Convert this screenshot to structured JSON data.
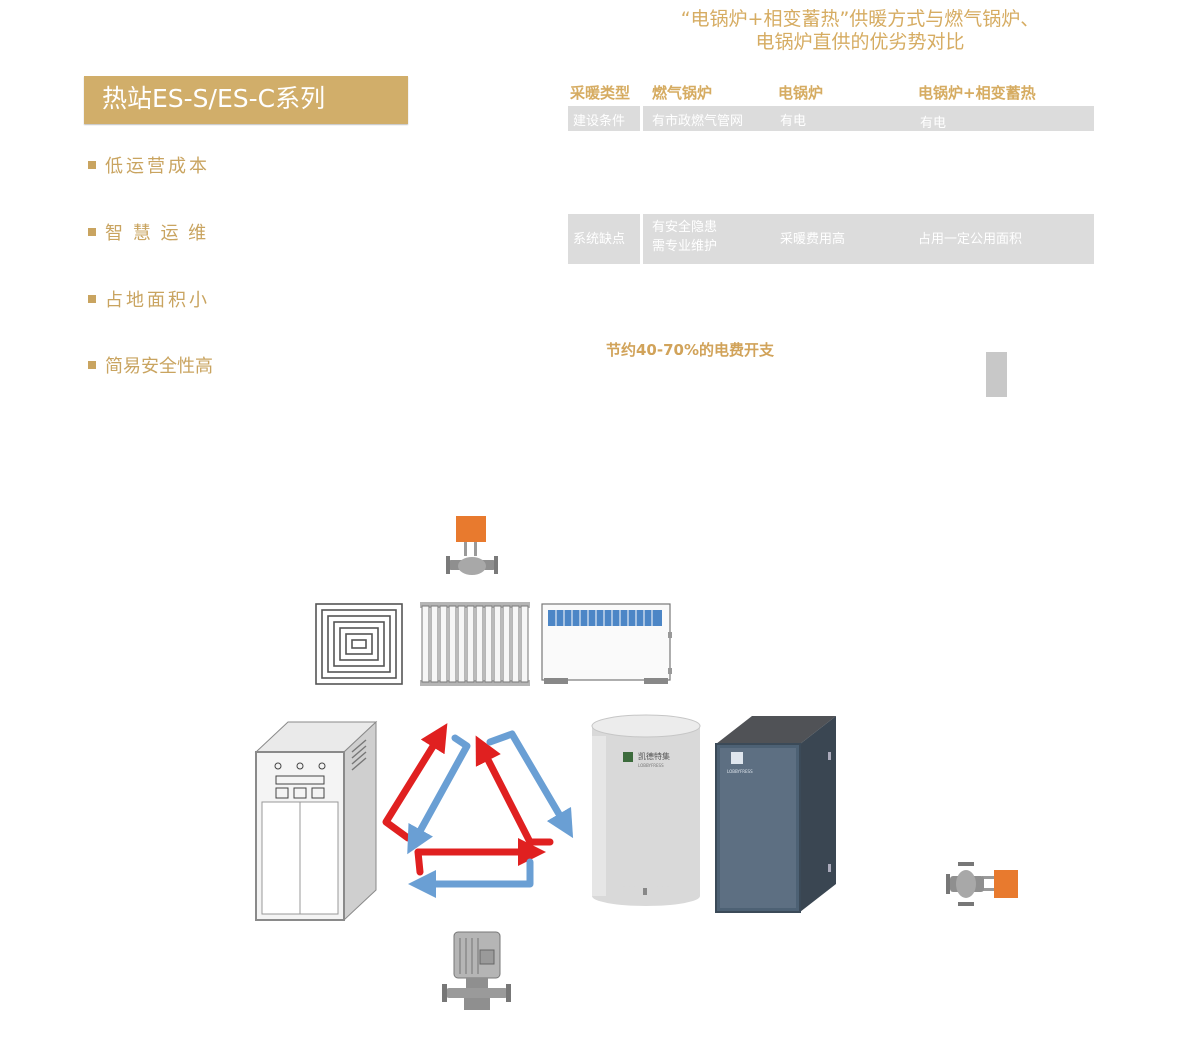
{
  "title": {
    "line1": "“电锅炉+相变蓄热”供暖方式与燃气锅炉、",
    "line2": "电锅炉直供的优劣势对比"
  },
  "series_banner": "热站ES-S/ES-C系列",
  "features": [
    "低运营成本",
    "智 慧 运 维",
    "占地面积小",
    "简易安全性高"
  ],
  "comparison_table": {
    "headers": [
      "采暖类型",
      "燃气锅炉",
      "电锅炉",
      "电锅炉+相变蓄热"
    ],
    "rows": [
      {
        "label": "建设条件",
        "cells": [
          "有市政燃气管网",
          "有电",
          "有电"
        ]
      },
      {
        "label": "系统缺点",
        "cells": [
          "有安全隐患\n需专业维护",
          "采暖费用高",
          "占用一定公用面积"
        ]
      }
    ]
  },
  "savings_text": "节约40-70%的电费开支",
  "diagram": {
    "storage_tank_brand": "凯德特集",
    "storage_tank_brand_sub": "LOBBYFRESS",
    "heat_unit_brand": "LOBBYFRESS"
  },
  "colors": {
    "gold": "#d1ae6a",
    "table_row": "#dcdcdc",
    "hot_arrow": "#e02020",
    "cold_arrow": "#6a9fd4",
    "valve_actuator": "#e87a2e",
    "heat_unit": "#4a5d72"
  }
}
